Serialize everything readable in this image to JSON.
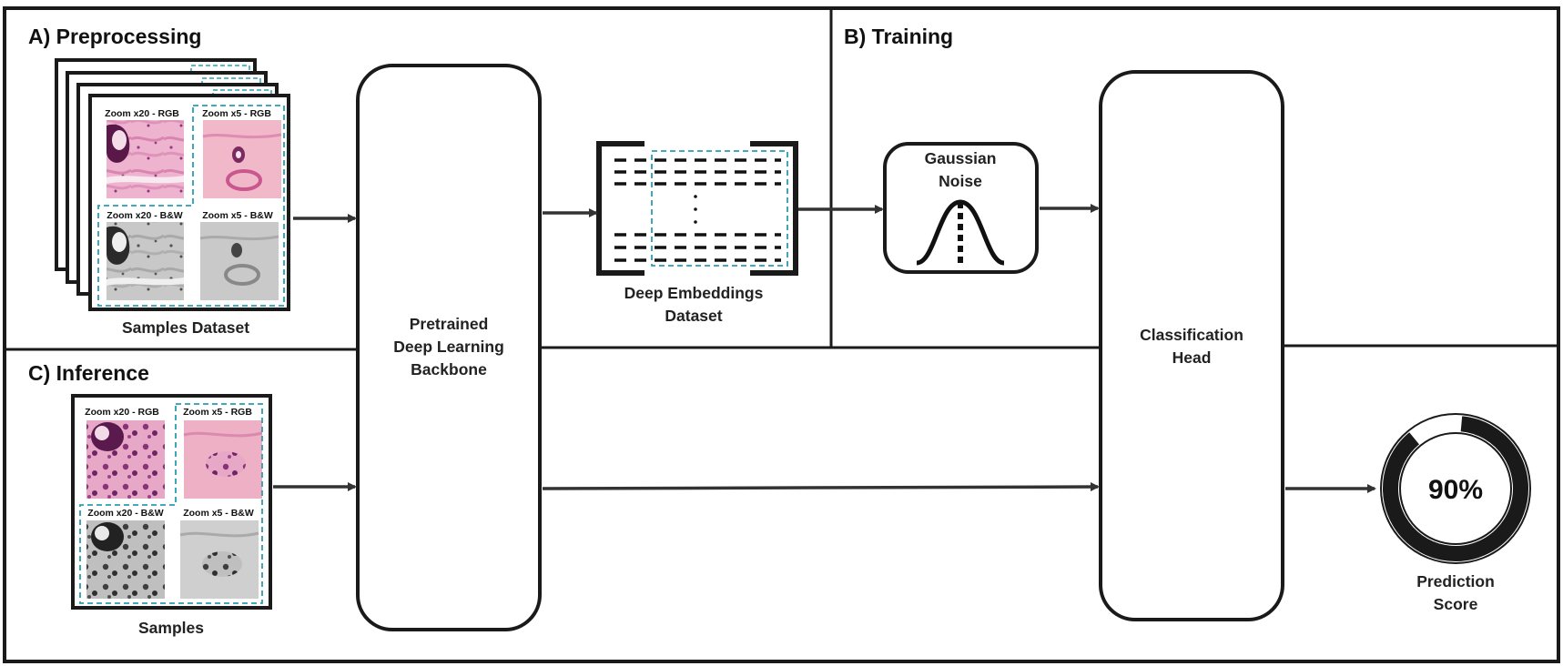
{
  "sections": {
    "preprocessing": "A) Preprocessing",
    "training": "B) Training",
    "inference": "C) Inference"
  },
  "labels": {
    "samples_dataset": "Samples Dataset",
    "samples": "Samples",
    "backbone": [
      "Pretrained",
      "Deep Learning",
      "Backbone"
    ],
    "embeddings": [
      "Deep Embeddings",
      "Dataset"
    ],
    "gaussian_noise": [
      "Gaussian",
      "Noise"
    ],
    "classification_head": [
      "Classification",
      "Head"
    ],
    "prediction_score": [
      "Prediction",
      "Score"
    ]
  },
  "tiles": {
    "zoom20_rgb": "Zoom x20 - RGB",
    "zoom5_rgb": "Zoom x5 - RGB",
    "zoom20_bw": "Zoom x20 - B&W",
    "zoom5_bw": "Zoom x5 - B&W"
  },
  "score": {
    "text": "90%",
    "fraction": 0.9
  },
  "colors": {
    "dashed_box": "#2a9db0",
    "stroke": "#1a1a1a",
    "arrow": "#333333",
    "he_pink": "#e6a3c4",
    "he_purple": "#7d2f6a",
    "grey": "#b9b9b9"
  }
}
